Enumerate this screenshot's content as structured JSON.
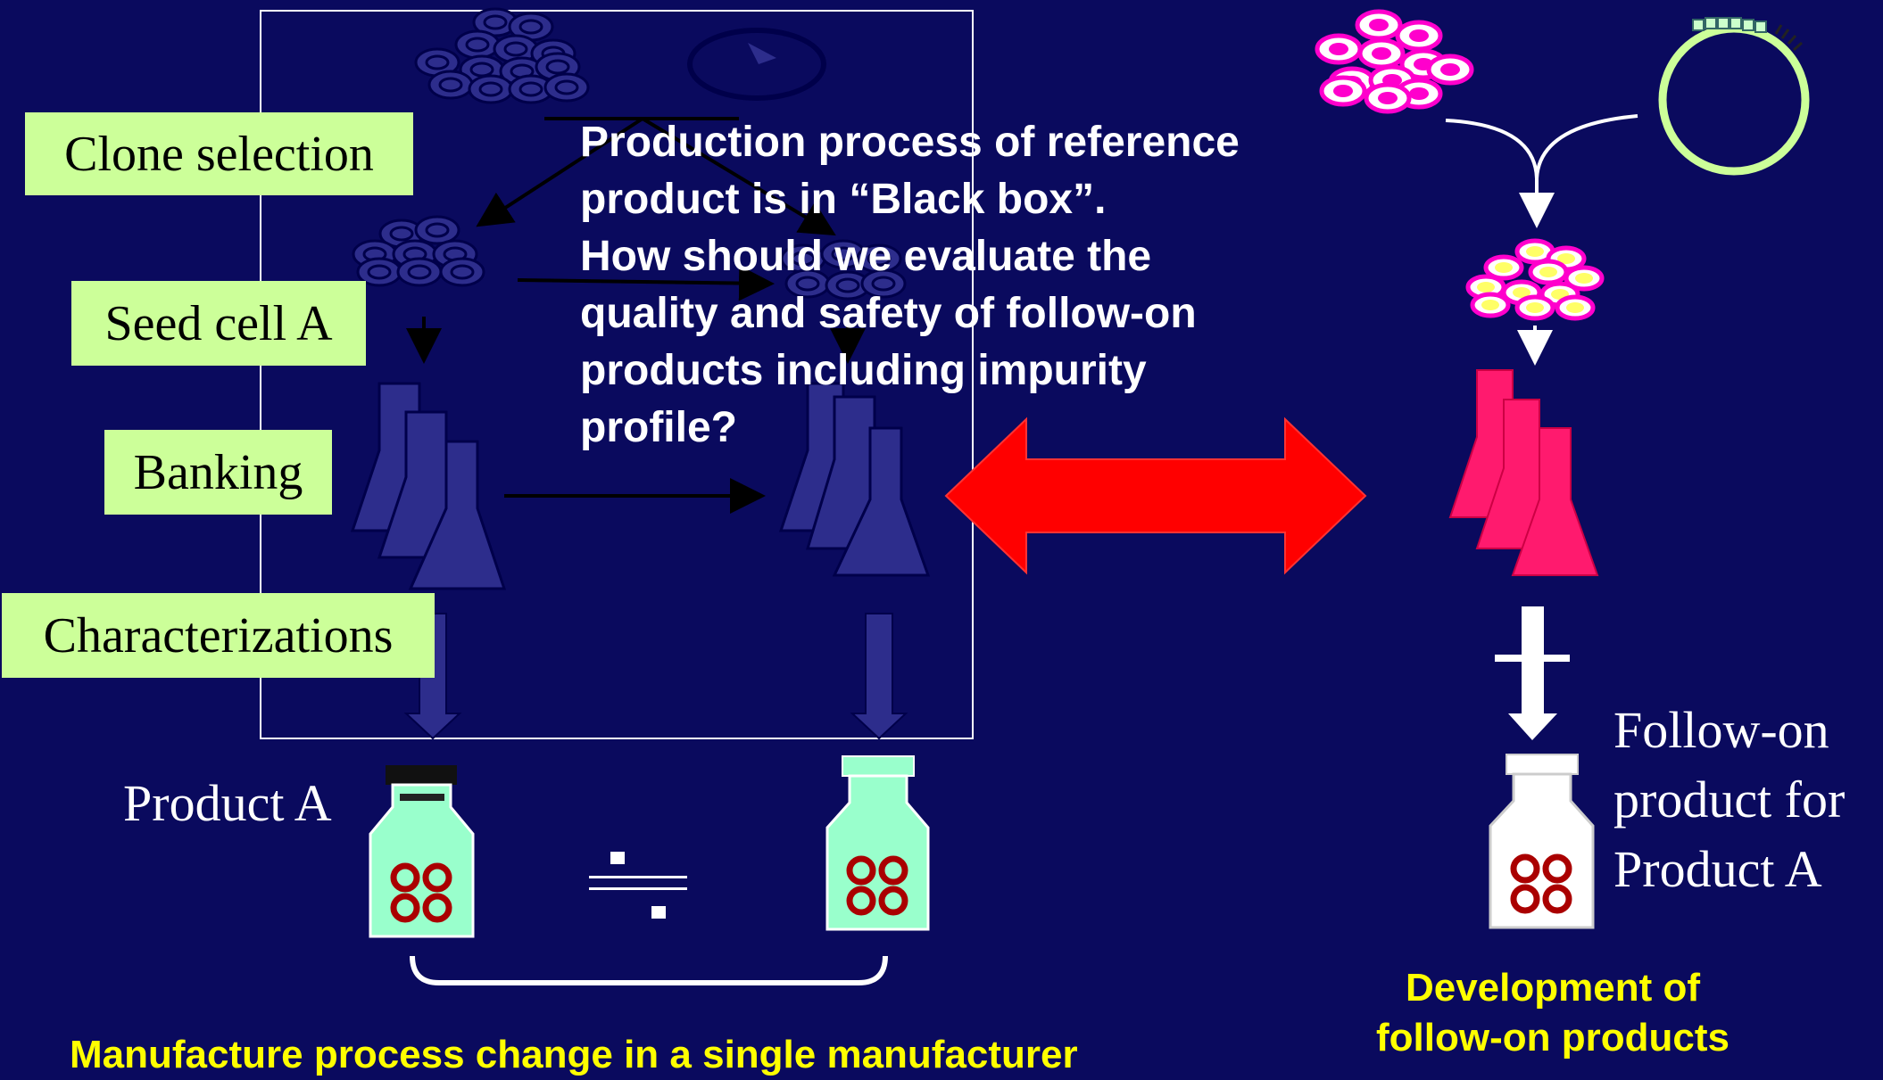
{
  "labels": {
    "clone_selection": "Clone selection",
    "seed_cell": "Seed cell A",
    "banking": "Banking",
    "characterizations": "Characterizations"
  },
  "product_a": "Product A",
  "question": {
    "line1": "Production process of reference",
    "line2": "product is in “Black box”.",
    "line3": "How should we evaluate the",
    "line4": "quality and safety of follow-on",
    "line5": "products including impurity",
    "line6": "profile?"
  },
  "follow_on": {
    "line1": "Follow-on",
    "line2": "product for",
    "line3": "Product A"
  },
  "captions": {
    "manufacture": "Manufacture process change in a single manufacturer",
    "development_line1": "Development of",
    "development_line2": "follow-on products"
  },
  "colors": {
    "background": "#0a0a5e",
    "label_box": "#ccff99",
    "caption": "#ffff00",
    "double_arrow": "#ff0000",
    "follow_on_flask": "#ff1a6e",
    "follow_on_cells": "#ff00cc",
    "plasmid_ring": "#ccff99",
    "vial_liquid": "#99ffcc",
    "granule": "#aa0000"
  }
}
